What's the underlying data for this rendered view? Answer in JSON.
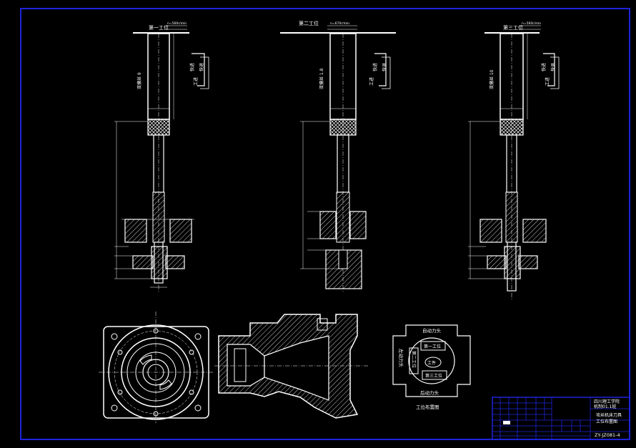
{
  "colors": {
    "background": "#000000",
    "border": "#1e24d8",
    "line": "#ffffff",
    "dim": "#e8e8e8"
  },
  "stations": [
    {
      "title": "第一工位",
      "code": "n=560r/min",
      "spindle": "双攘丝 9",
      "stroke_fast": "快进",
      "stroke_work": "工进",
      "stroke_back": "快退"
    },
    {
      "title": "第二工位",
      "code": "n=670r/min",
      "spindle": "双攘丝 1.8",
      "stroke_fast": "快进",
      "stroke_work": "工进",
      "stroke_back": "快退"
    },
    {
      "title": "第三工位",
      "code": "n=560r/min",
      "spindle": "双攘丝 10",
      "stroke_fast": "快进",
      "stroke_work": "工进",
      "stroke_back": "快退"
    }
  ],
  "layout_diagram": {
    "top_label": "自动力头",
    "left_label": "左动力头",
    "bottom_label": "后动力头",
    "station1": "第一工位",
    "station2": "第二工位",
    "station3": "第三工位",
    "workpiece": "工件",
    "caption": "工位布置图"
  },
  "title_block": {
    "school": "四川理工学院",
    "department": "机制01.1班",
    "title_line1": "攻丝机床刀具",
    "title_line2": "工位布置图",
    "drawing_no": "ZY-JZ081-4"
  }
}
